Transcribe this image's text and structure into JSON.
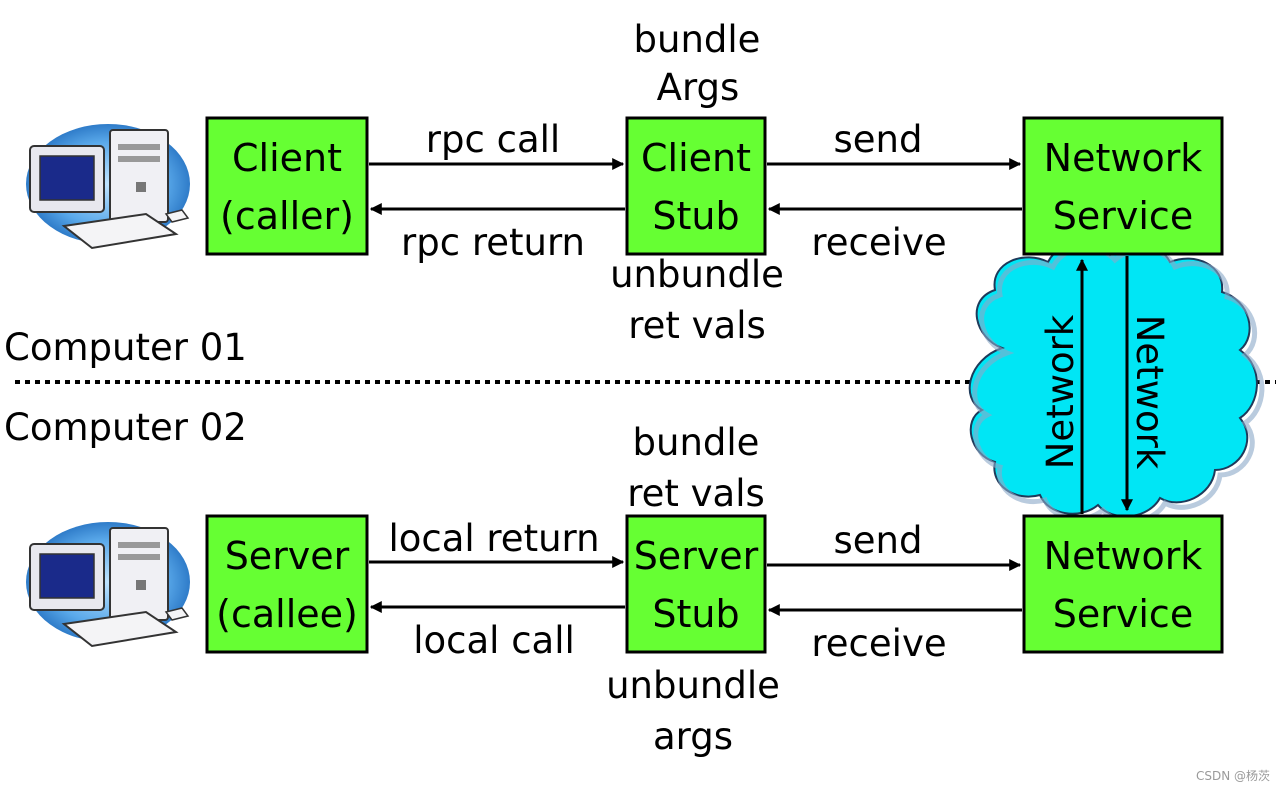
{
  "computers": {
    "top": "Computer 01",
    "bottom": "Computer 02"
  },
  "boxes": {
    "client": [
      "Client",
      "(caller)"
    ],
    "client_stub": [
      "Client",
      "Stub"
    ],
    "network_service_top": [
      "Network",
      "Service"
    ],
    "server": [
      "Server",
      "(callee)"
    ],
    "server_stub": [
      "Server",
      "Stub"
    ],
    "network_service_bottom": [
      "Network",
      "Service"
    ]
  },
  "labels": {
    "bundle_args": [
      "bundle",
      "Args"
    ],
    "rpc_call": "rpc call",
    "rpc_return": "rpc return",
    "send_top": "send",
    "receive_top": "receive",
    "unbundle_ret_vals": [
      "unbundle",
      "ret vals"
    ],
    "bundle_ret_vals": [
      "bundle",
      "ret vals"
    ],
    "local_return": "local return",
    "local_call": "local call",
    "send_bottom": "send",
    "receive_bottom": "receive",
    "unbundle_args": [
      "unbundle",
      "args"
    ],
    "network_left": "Network",
    "network_right": "Network"
  },
  "watermark": "CSDN @杨茨",
  "colors": {
    "box_fill": "#66ff33",
    "cloud_fill": "#00e5f5",
    "monitor_halo": "#3f8fd8"
  },
  "icons": [
    "computer-icon",
    "computer-icon"
  ]
}
